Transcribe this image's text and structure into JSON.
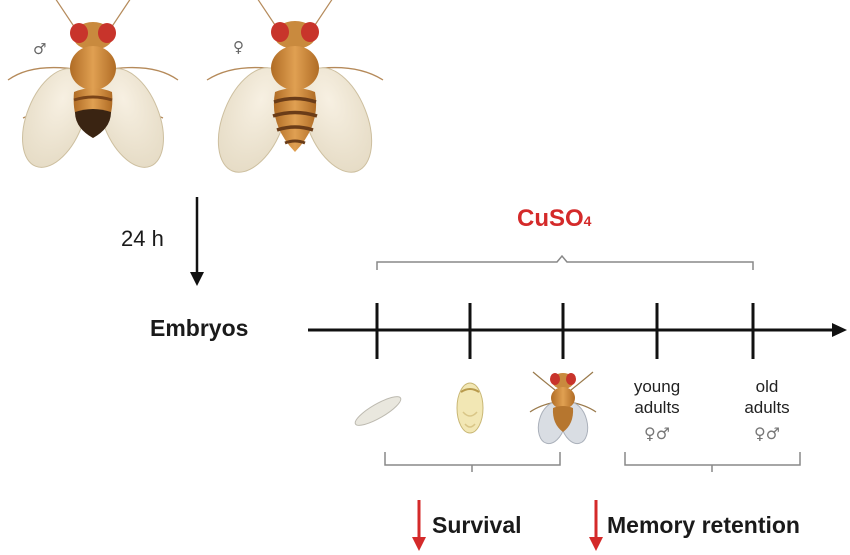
{
  "parents": {
    "male_symbol": "♂",
    "female_symbol": "♀"
  },
  "incubation": {
    "time_label": "24 h"
  },
  "timeline": {
    "start_label": "Embryos",
    "treatment_label": "CuSO4",
    "treatment_prefix": "CuSO",
    "treatment_subscript": "4",
    "stages": [
      {
        "name": "larva",
        "line1": "",
        "line2": "",
        "sex": ""
      },
      {
        "name": "pupa",
        "line1": "",
        "line2": "",
        "sex": ""
      },
      {
        "name": "fly",
        "line1": "",
        "line2": "",
        "sex": ""
      },
      {
        "name": "young-adults",
        "line1": "young",
        "line2": "adults",
        "sex": "♀♂"
      },
      {
        "name": "old-adults",
        "line1": "old",
        "line2": "adults",
        "sex": "♀♂"
      }
    ]
  },
  "outcomes": {
    "survival": "Survival",
    "memory": "Memory retention",
    "direction": "decrease"
  },
  "colors": {
    "accent": "#d42a2a",
    "fly_body": "#cf8a3b",
    "fly_eye": "#c8342b",
    "line": "#111111"
  }
}
